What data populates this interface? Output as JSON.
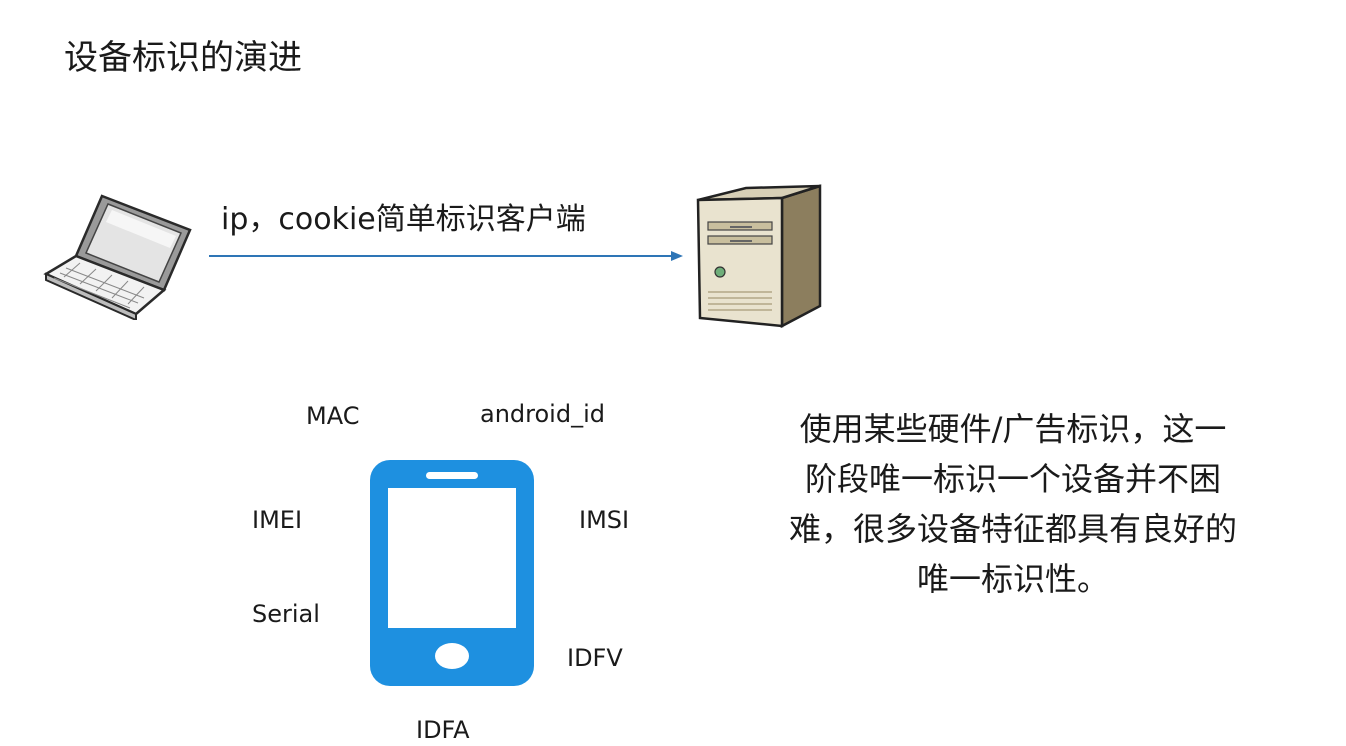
{
  "title": "设备标识的演进",
  "arrow": {
    "label": "ip，cookie简单标识客户端",
    "color": "#2e75b6"
  },
  "icons": {
    "client": "laptop-icon",
    "server": "server-tower-icon",
    "device": "smartphone-icon"
  },
  "phone_color": "#1e90e0",
  "identifiers": {
    "mac": "MAC",
    "android_id": "android_id",
    "imei": "IMEI",
    "imsi": "IMSI",
    "serial": "Serial",
    "idfv": "IDFV",
    "idfa": "IDFA"
  },
  "description": {
    "lines": [
      "使用某些硬件/广告标识，这一",
      "阶段唯一标识一个设备并不困",
      "难，很多设备特征都具有良好的",
      "唯一标识性。"
    ]
  }
}
